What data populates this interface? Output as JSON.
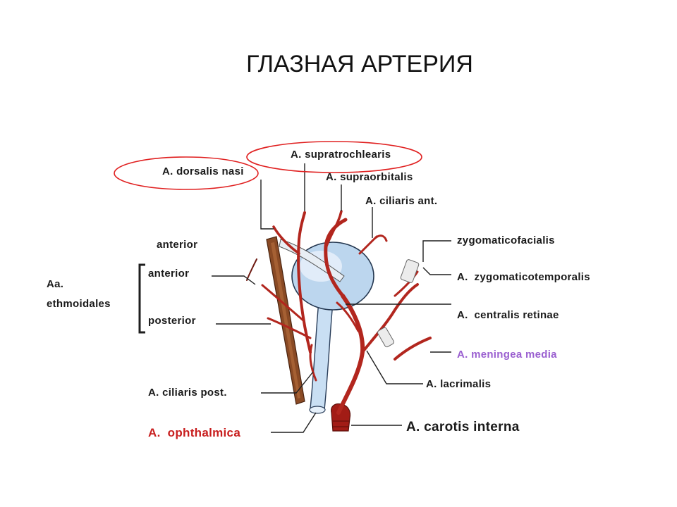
{
  "title": "ГЛАЗНАЯ АРТЕРИЯ",
  "labels": {
    "supratrochlearis": "A. supratrochlearis",
    "dorsalis_nasi": "A. dorsalis nasi",
    "supraorbitalis": "A. supraorbitalis",
    "ciliaris_ant": "A. ciliaris ant.",
    "anterior_top": "anterior",
    "aa": "Aa.",
    "ethmoidales": "ethmoidales",
    "anterior": "anterior",
    "posterior": "posterior",
    "zygomaticofacialis": "zygomaticofacialis",
    "zygomaticotemporalis": "A.  zygomaticotemporalis",
    "centralis_retinae": "A.  centralis retinae",
    "meningea_media": "A. meningea media",
    "lacrimalis": "A. lacrimalis",
    "ciliaris_post": "A. ciliaris post.",
    "ophthalmica": "A.  ophthalmica",
    "carotis_interna": "A. carotis interna"
  },
  "colors": {
    "artery": "#b2261e",
    "highlight_circle": "#e02020",
    "ophthalmica_label": "#c81e1e",
    "meningea_label": "#9a5fd0",
    "eyeball": "#bcd6ee"
  }
}
